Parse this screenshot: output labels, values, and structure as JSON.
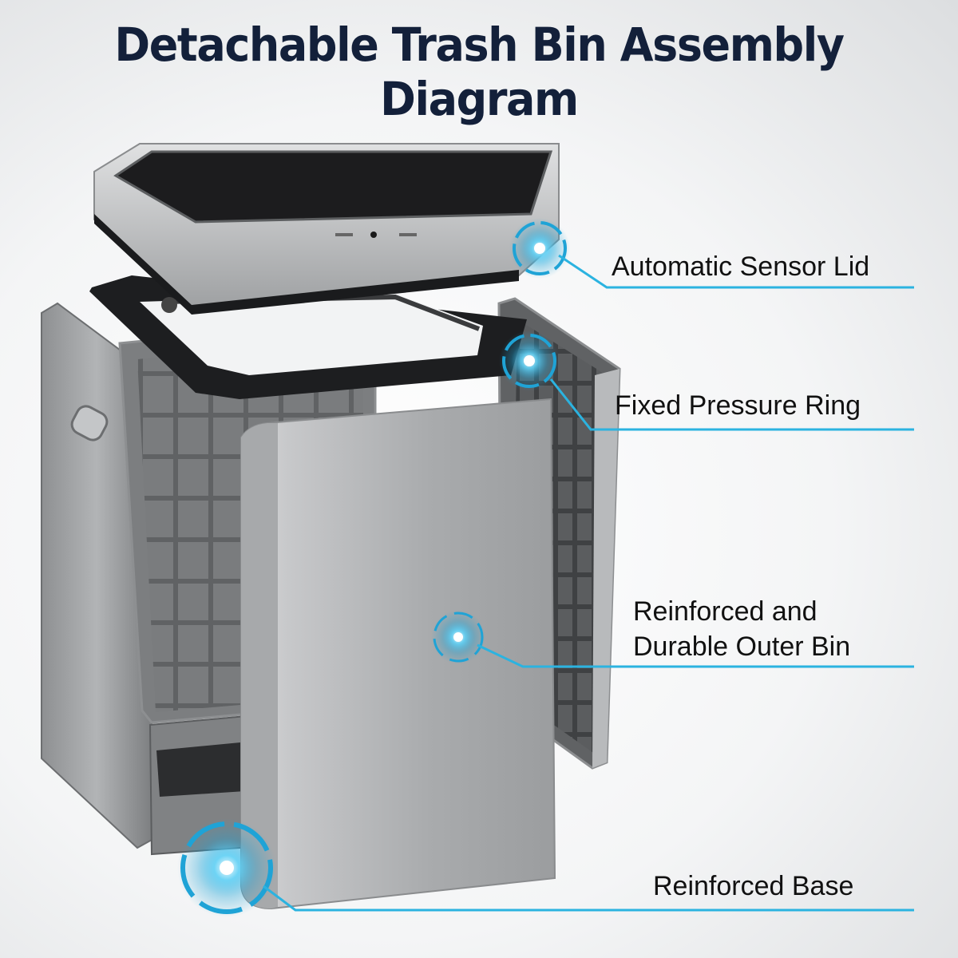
{
  "title": "Detachable Trash Bin Assembly Diagram",
  "callouts": {
    "lid": "Automatic Sensor Lid",
    "ring": "Fixed Pressure Ring",
    "bin_line1": "Reinforced and",
    "bin_line2": "Durable Outer Bin",
    "base": "Reinforced Base"
  },
  "colors": {
    "title": "#13203a",
    "accent": "#1fa3d6",
    "leader": "#2bb3e0"
  }
}
